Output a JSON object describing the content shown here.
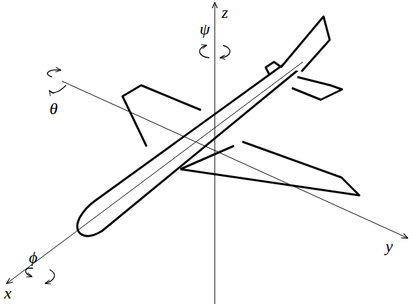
{
  "diagram": {
    "labels": [
      "z",
      "ψ",
      "θ",
      "ϕ",
      "x",
      "y"
    ]
  }
}
